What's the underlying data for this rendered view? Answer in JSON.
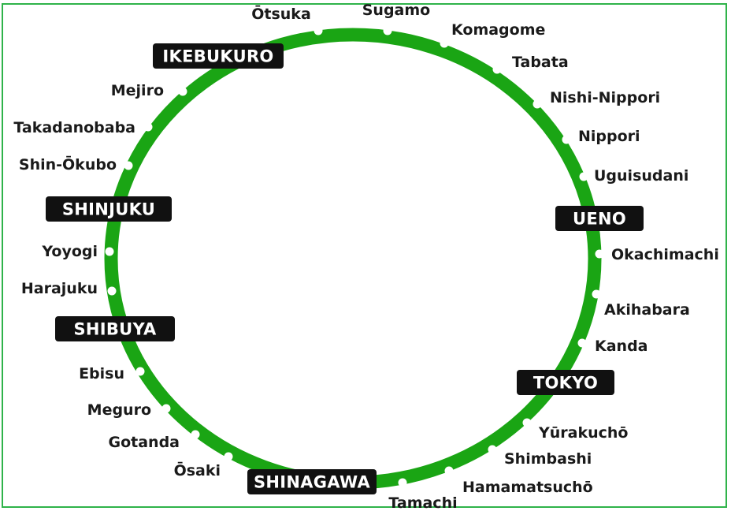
{
  "line": {
    "color": "#1aa514",
    "stop_color": "#ffffff"
  },
  "stations": [
    {
      "id": "otsuka",
      "name": "Ōtsuka"
    },
    {
      "id": "sugamo",
      "name": "Sugamo"
    },
    {
      "id": "komagome",
      "name": "Komagome"
    },
    {
      "id": "tabata",
      "name": "Tabata"
    },
    {
      "id": "nishi-nippori",
      "name": "Nishi-Nippori"
    },
    {
      "id": "nippori",
      "name": "Nippori"
    },
    {
      "id": "uguisudani",
      "name": "Uguisudani"
    },
    {
      "id": "okachimachi",
      "name": "Okachimachi"
    },
    {
      "id": "akihabara",
      "name": "Akihabara"
    },
    {
      "id": "kanda",
      "name": "Kanda"
    },
    {
      "id": "yurakucho",
      "name": "Yūrakuchō"
    },
    {
      "id": "shimbashi",
      "name": "Shimbashi"
    },
    {
      "id": "hamamatsucho",
      "name": "Hamamatsuchō"
    },
    {
      "id": "tamachi",
      "name": "Tamachi"
    },
    {
      "id": "osaki",
      "name": "Ōsaki"
    },
    {
      "id": "gotanda",
      "name": "Gotanda"
    },
    {
      "id": "meguro",
      "name": "Meguro"
    },
    {
      "id": "ebisu",
      "name": "Ebisu"
    },
    {
      "id": "harajuku",
      "name": "Harajuku"
    },
    {
      "id": "yoyogi",
      "name": "Yoyogi"
    },
    {
      "id": "shin-okubo",
      "name": "Shin-Ōkubo"
    },
    {
      "id": "takadanobaba",
      "name": "Takadanobaba"
    },
    {
      "id": "mejiro",
      "name": "Mejiro"
    }
  ],
  "major_stations": [
    {
      "id": "ikebukuro",
      "name": "IKEBUKURO"
    },
    {
      "id": "ueno",
      "name": "UENO"
    },
    {
      "id": "tokyo",
      "name": "TOKYO"
    },
    {
      "id": "shinagawa",
      "name": "SHINAGAWA"
    },
    {
      "id": "shibuya",
      "name": "SHIBUYA"
    },
    {
      "id": "shinjuku",
      "name": "SHINJUKU"
    }
  ]
}
